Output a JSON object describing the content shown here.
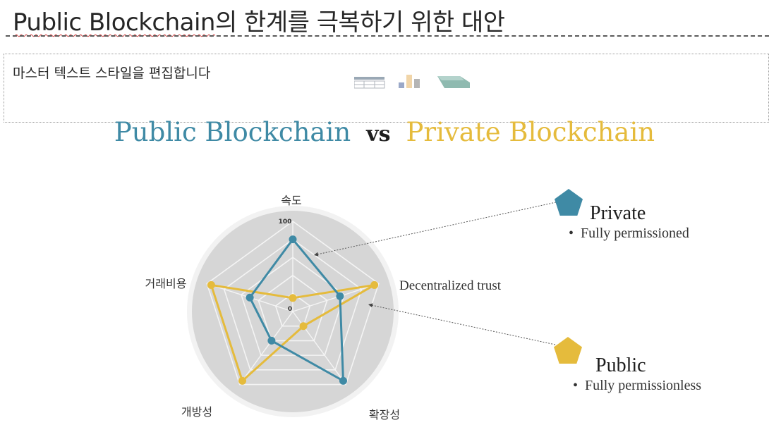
{
  "slide": {
    "title_main": "Public Blockchain",
    "title_rest": "의 한계를 극복하기 위한 대안",
    "placeholder_text": "마스터 텍스트 스타일을 편집합니다",
    "placeholder_icons": [
      "table-icon",
      "chart-icon",
      "smartart-icon"
    ]
  },
  "heading": {
    "left": "Public Blockchain",
    "vs": "vs",
    "right": "Private Blockchain"
  },
  "chart_data": {
    "type": "radar",
    "axes": [
      "속도",
      "Decentralized trust",
      "확장성",
      "개방성",
      "거래비용"
    ],
    "range": [
      0,
      100
    ],
    "tick_labels": [
      "100",
      "0"
    ],
    "series": [
      {
        "values": [
          80,
          55,
          95,
          40,
          50
        ],
        "color": "#3f8aa5"
      },
      {
        "values": [
          15,
          95,
          20,
          95,
          95
        ],
        "color": "#e5bb3c"
      }
    ]
  },
  "legend": [
    {
      "title": "Private",
      "bullet": "Fully permissioned",
      "color": "#3f8aa5"
    },
    {
      "title": "Public",
      "bullet": "Fully permissionless",
      "color": "#e5bb3c"
    }
  ],
  "colors": {
    "public_blue": "#3f8aa5",
    "private_gold": "#e5bb3c",
    "radar_fill": "#d6d6d6"
  }
}
